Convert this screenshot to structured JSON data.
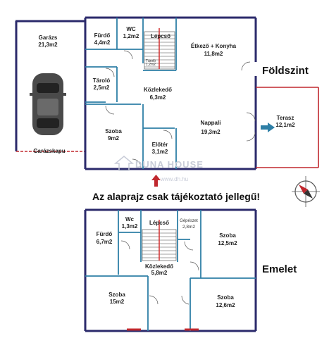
{
  "ground_floor": {
    "level_label": "Földszint",
    "rooms": {
      "garage": {
        "name": "Garázs",
        "area": "21,3m2"
      },
      "bathroom": {
        "name": "Fürdő",
        "area": "4,4m2"
      },
      "wc": {
        "name": "WC",
        "area": "1,2m2"
      },
      "stairs": {
        "name": "Lépcső"
      },
      "storage_small": {
        "name": "Tároló",
        "area": "1,2m2"
      },
      "dining_kitchen": {
        "name": "Étkező + Konyha",
        "area": "11,8m2"
      },
      "storage": {
        "name": "Tároló",
        "area": "2,5m2"
      },
      "hallway": {
        "name": "Közlekedő",
        "area": "6,3m2"
      },
      "room": {
        "name": "Szoba",
        "area": "9m2"
      },
      "living": {
        "name": "Nappali",
        "area": "19,3m2"
      },
      "terrace": {
        "name": "Terasz",
        "area": "12,1m2"
      },
      "entry": {
        "name": "Előtér",
        "area": "3,1m2"
      }
    },
    "garage_door_label": "Garázskapu"
  },
  "notice": "Az alaprajz csak tájékoztató jellegű!",
  "watermark": {
    "brand": "DUNA HOUSE",
    "url": "www.dh.hu"
  },
  "upper_floor": {
    "level_label": "Emelet",
    "rooms": {
      "bathroom": {
        "name": "Fürdő",
        "area": "6,7m2"
      },
      "wc": {
        "name": "Wc",
        "area": "1,3m2"
      },
      "stairs": {
        "name": "Lépcső"
      },
      "machine_room": {
        "name": "Gépészet",
        "area": "2,8m2"
      },
      "room_right": {
        "name": "Szoba",
        "area": "12,5m2"
      },
      "hallway": {
        "name": "Közlekedő",
        "area": "5,8m2"
      },
      "room_left": {
        "name": "Szoba",
        "area": "15m2"
      },
      "room_bottom_right": {
        "name": "Szoba",
        "area": "12,6m2"
      }
    }
  },
  "colors": {
    "wall": "#2b2a6b",
    "partition": "#2e7fa6",
    "terrace": "#c0282e",
    "stair_line": "#d32f2f"
  }
}
